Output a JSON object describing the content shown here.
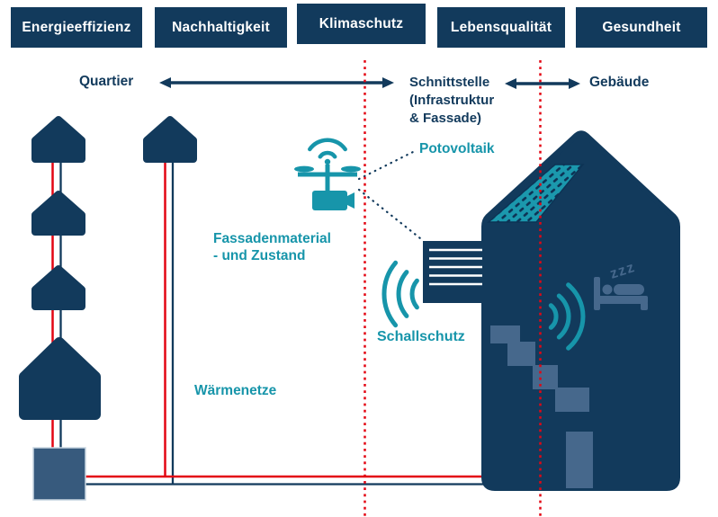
{
  "title_boxes": [
    {
      "label": "Energieeffizienz"
    },
    {
      "label": "Nachhaltigkeit"
    },
    {
      "label": "Klimaschutz"
    },
    {
      "label": "Lebensqualität"
    },
    {
      "label": "Gesundheit"
    }
  ],
  "scale_labels": {
    "left": "Quartier",
    "middle_lines": [
      "Schnittstelle",
      "(Infrastruktur",
      "& Fassade)"
    ],
    "right": "Gebäude"
  },
  "annotations": {
    "photovoltaics": "Potovoltaik",
    "facade_line1": "Fassadenmaterial",
    "facade_line2": "- und Zustand",
    "sound_protection": "Schallschutz",
    "heat_networks": "Wärmenetze",
    "sleep": "zzz"
  },
  "icons": {
    "drone": "drone-camera-icon",
    "wifi": "wifi-signal-icon",
    "solar_panel": "solar-panel-icon",
    "louver_window": "louver-window-icon",
    "sound_waves_outside": "sound-waves-icon",
    "sound_waves_inside": "sound-waves-icon",
    "sleeping_person": "sleeping-person-bed-icon",
    "stairs": "stairs-icon",
    "heat_plant": "heat-plant-square-icon"
  },
  "colors": {
    "navy": "#123a5c",
    "teal": "#1795aa",
    "panel_teal": "#1b98ad",
    "slate": "#46688c",
    "slate_dark": "#375a7d",
    "red": "#e30613",
    "background": "#ffffff"
  }
}
